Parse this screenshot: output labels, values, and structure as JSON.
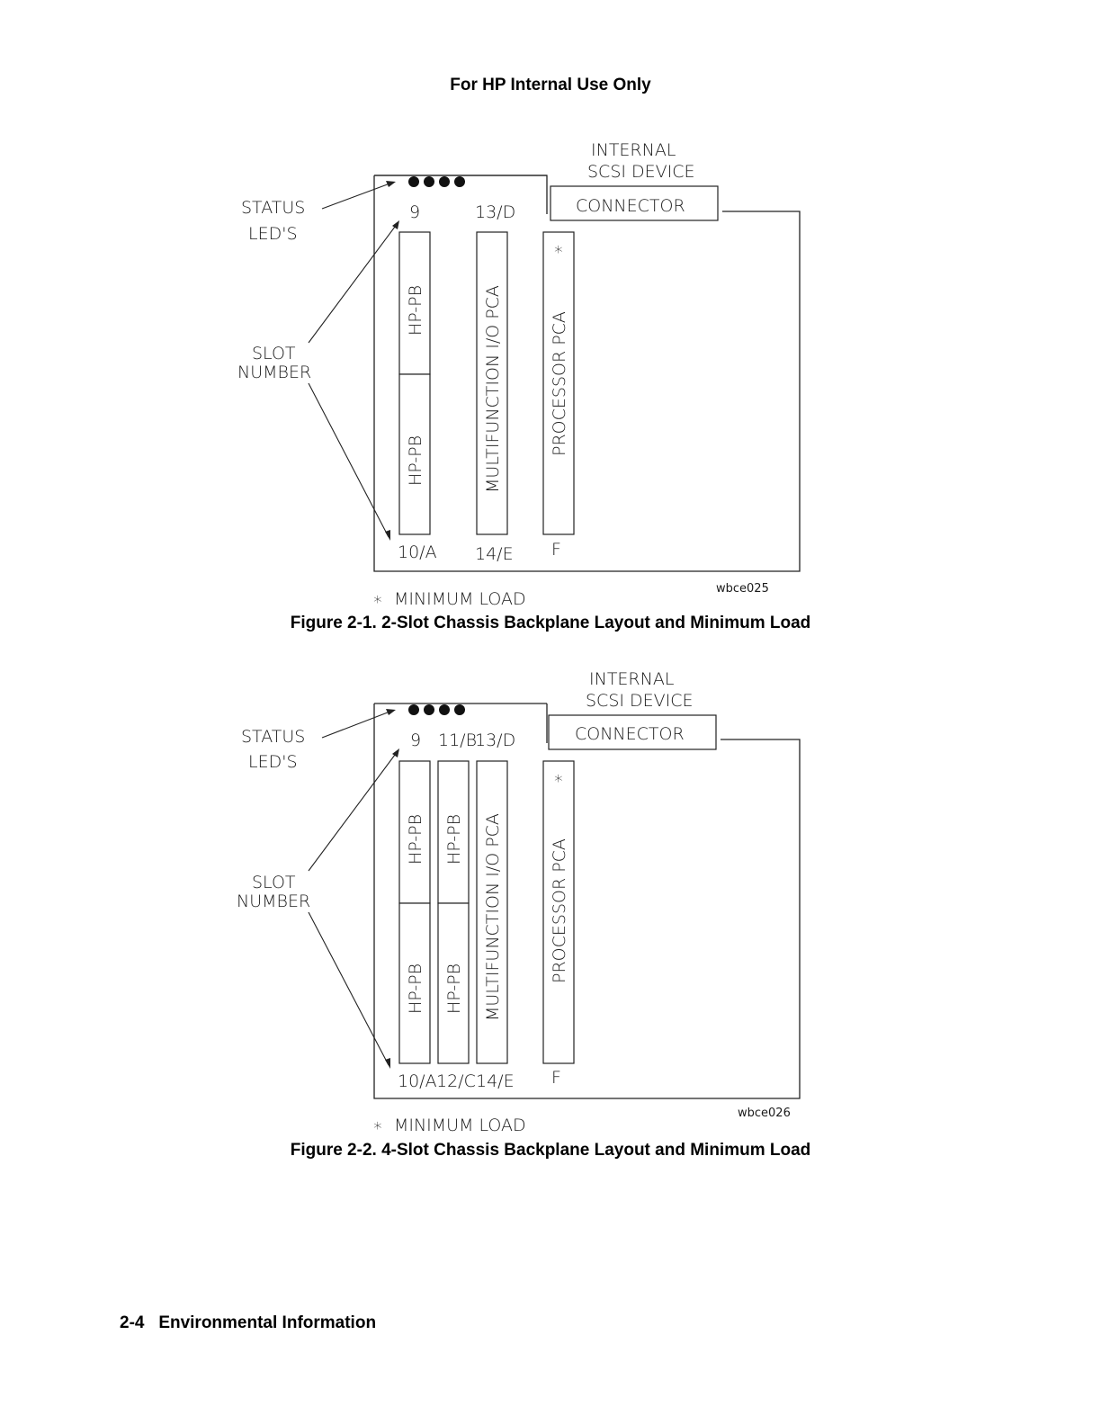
{
  "header": {
    "title": "For HP Internal Use Only"
  },
  "footer": {
    "page": "2-4",
    "section": "Environmental Information"
  },
  "figures": [
    {
      "caption": "Figure 2-1. 2-Slot Chassis Backplane Layout and Minimum Load",
      "status_label": [
        "STATUS",
        "LED'S"
      ],
      "slot_label": [
        "SLOT",
        "NUMBER"
      ],
      "device_label": [
        "INTERNAL",
        "SCSI DEVICE"
      ],
      "connector": "CONNECTOR",
      "top_slots": [
        "9",
        "13/D"
      ],
      "bottom_slots": [
        "10/A",
        "14/E",
        "F"
      ],
      "cards": {
        "hp_pb": "HP-PB",
        "multifunction": "MULTIFUNCTION I/O PCA",
        "processor": "PROCESSOR PCA",
        "star": "∗"
      },
      "legend": "∗  MINIMUM LOAD",
      "code": "wbce025"
    },
    {
      "caption": "Figure 2-2. 4-Slot Chassis Backplane Layout and Minimum Load",
      "status_label": [
        "STATUS",
        "LED'S"
      ],
      "slot_label": [
        "SLOT",
        "NUMBER"
      ],
      "device_label": [
        "INTERNAL",
        "SCSI DEVICE"
      ],
      "connector": "CONNECTOR",
      "top_slots": [
        "9",
        "11/B",
        "13/D"
      ],
      "bottom_slots": [
        "10/A",
        "12/C",
        "14/E",
        "F"
      ],
      "cards": {
        "hp_pb": "HP-PB",
        "multifunction": "MULTIFUNCTION I/O PCA",
        "processor": "PROCESSOR PCA",
        "star": "∗"
      },
      "legend": "∗  MINIMUM LOAD",
      "code": "wbce026"
    }
  ]
}
